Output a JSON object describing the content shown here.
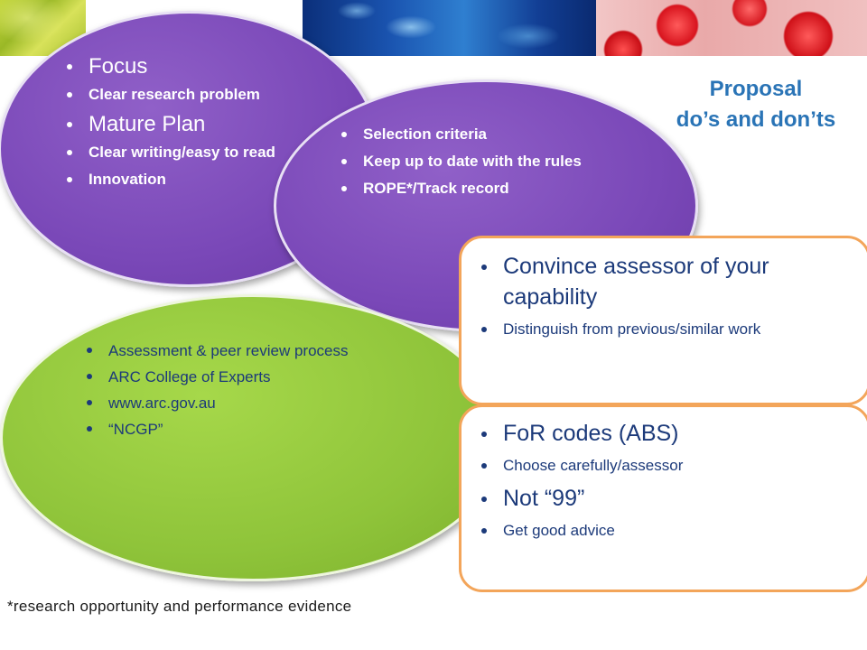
{
  "title": {
    "line1": "Proposal",
    "line2": "do’s and don’ts"
  },
  "ellipse_top_left": {
    "items": [
      "Focus",
      "Clear research problem",
      "Mature Plan",
      "Clear writing/easy to read",
      "Innovation"
    ]
  },
  "ellipse_top_middle": {
    "items": [
      "Selection criteria",
      "Keep up to date with the rules",
      "ROPE*/Track record"
    ]
  },
  "ellipse_green": {
    "items": [
      "Assessment & peer review process",
      "ARC College of Experts",
      "www.arc.gov.au",
      "“NCGP”"
    ]
  },
  "box_capability": {
    "items": [
      "Convince assessor of your capability",
      "Distinguish from previous/similar work"
    ]
  },
  "box_for_codes": {
    "items": [
      "FoR codes (ABS)",
      "Choose carefully/assessor",
      "Not “99”",
      "Get good advice"
    ]
  },
  "footnote": "*research opportunity and performance evidence",
  "colors": {
    "title_blue": "#2a74b6",
    "ellipse_purple": "#7a48b8",
    "ellipse_green": "#8fc43a",
    "box_border_orange": "#f3a55a",
    "list_text_navy": "#1c3a7a"
  }
}
